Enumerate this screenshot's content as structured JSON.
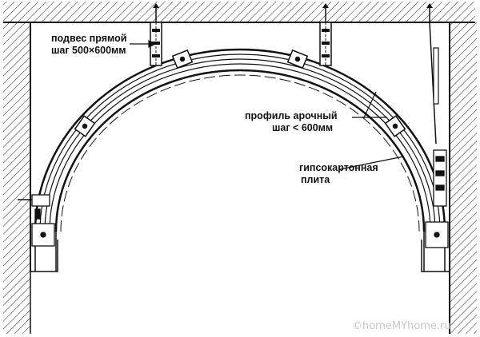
{
  "labels": {
    "hanger_line1": "подвес прямой",
    "hanger_line2": "шаг 500×600мм",
    "profile_line1": "профиль арочный",
    "profile_line2": "шаг < 600мм",
    "board_line1": "гипсокартонная",
    "board_line2": "плита"
  },
  "watermark": "©homeMYhome.ru",
  "colors": {
    "line": "#111111",
    "hatch": "#333333",
    "watermark": "#c6c6c6"
  }
}
